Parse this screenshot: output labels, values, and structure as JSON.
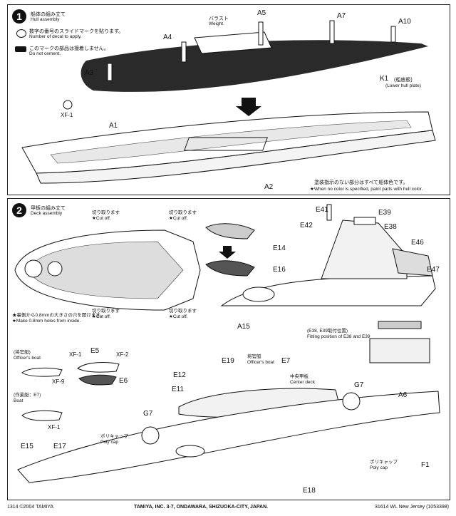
{
  "step1": {
    "number": "1",
    "title_jp": "船体の組み立て",
    "title_en": "Hull assembly",
    "legend": {
      "decal_jp": "数字の番号のスライドマークを貼ります。",
      "decal_en": "Number of decal to apply.",
      "nocement_jp": "このマークの部品は接着しません。",
      "nocement_en": "Do not cement."
    },
    "ballast_jp": "バラスト",
    "ballast_en": "Weight",
    "parts": {
      "a5": "A5",
      "a7": "A7",
      "a10": "A10",
      "a4": "A4",
      "a3": "A3",
      "k1": "K1",
      "a1": "A1",
      "a2": "A2",
      "xf1": "XF-1"
    },
    "k1_jp": "(船底板)",
    "k1_en": "(Lower hull plate)",
    "color_note_jp": "塗装指示のない部分はすべて船体色です。",
    "color_note_en": "★When no color is specified, paint parts with hull color."
  },
  "step2": {
    "number": "2",
    "title_jp": "甲板の組み立て",
    "title_en": "Deck assembly",
    "cut_jp": "切り取ります",
    "cut_en": "★Cut off.",
    "hole_jp": "★裏側から0.8mmの大きさの穴を開けます。",
    "hole_en": "★Make 0.8mm holes from inside.",
    "parts": {
      "e41": "E41",
      "e39": "E39",
      "e42": "E42",
      "e38": "E38",
      "e46": "E46",
      "e14": "E14",
      "e16": "E16",
      "e47": "E47",
      "a15": "A15",
      "e5": "E5",
      "e6": "E6",
      "e12": "E12",
      "e19": "E19",
      "e7": "E7",
      "e11": "E11",
      "g7a": "G7",
      "g7b": "G7",
      "a6": "A6",
      "e15": "E15",
      "e17": "E17",
      "e18": "E18",
      "f1": "F1",
      "xf1": "XF-1",
      "xf2": "XF-2",
      "xf9": "XF-9",
      "xf1b": "XF-1"
    },
    "fitting_jp": "(E38, E39取付位置)",
    "fitting_en": "Fitting position of E38 and E39",
    "officers_boat_jp": "(将官艇)",
    "officers_boat_en": "Officer's boat",
    "workboat_jp": "(作業艇：E7)",
    "workboat_en": "Boat",
    "officers_boat2_jp": "将官艇",
    "officers_boat2_en": "Officer's boat",
    "center_deck_jp": "中央甲板",
    "center_deck_en": "Center deck",
    "polycap_jp": "ポリキャップ",
    "polycap_en": "Poly cap"
  },
  "footer": {
    "left": "1314 ©2004 TAMIYA",
    "center": "TAMIYA, INC. 3-7, ONDAWARA, SHIZUOKA-CITY, JAPAN.",
    "right": "31614 WL New Jersey (1053398)"
  }
}
